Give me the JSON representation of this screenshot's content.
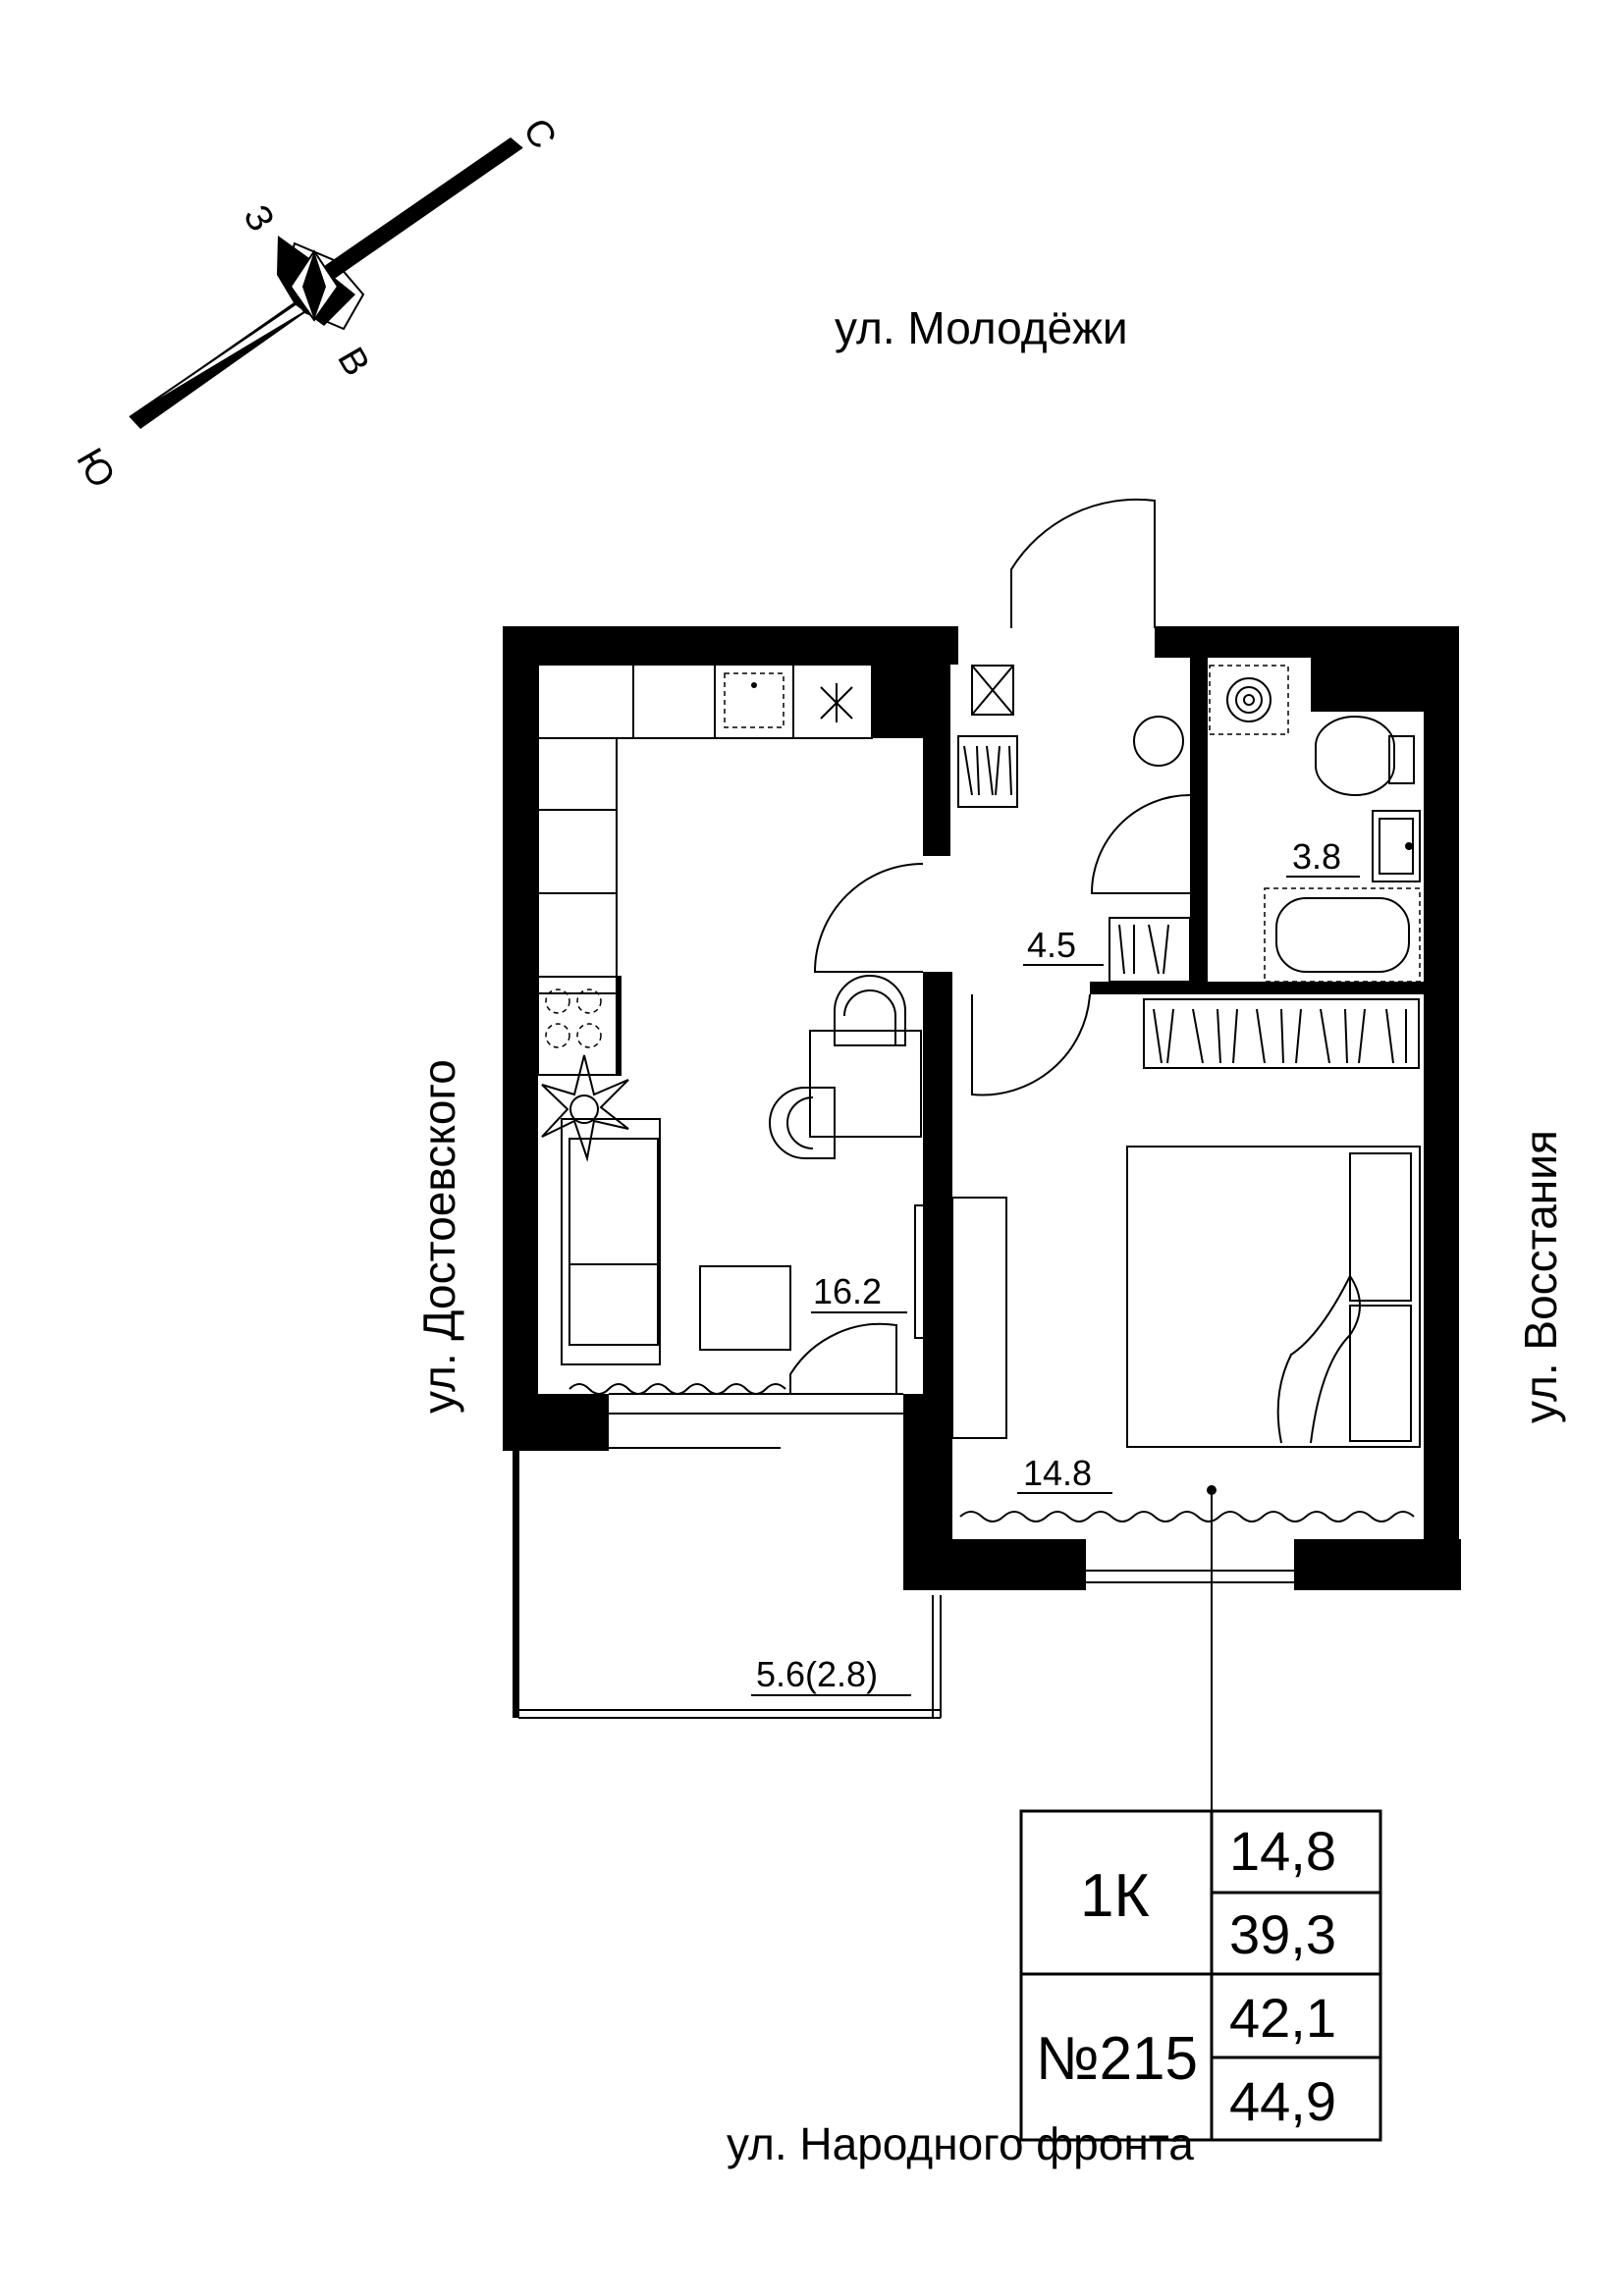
{
  "streets": {
    "north": "ул. Молодёжи",
    "west": "ул. Достоевского",
    "east": "ул. Восстания",
    "south": "ул. Народного фронта"
  },
  "compass": {
    "north": "С",
    "west": "З",
    "east": "В",
    "south": "Ю"
  },
  "rooms": {
    "kitchen_living": "16.2",
    "hall": "4.5",
    "bathroom": "3.8",
    "bedroom": "14.8",
    "balcony": "5.6(2.8)"
  },
  "info": {
    "type": "1К",
    "number": "№215",
    "values": [
      "14,8",
      "39,3",
      "42,1",
      "44,9"
    ]
  }
}
